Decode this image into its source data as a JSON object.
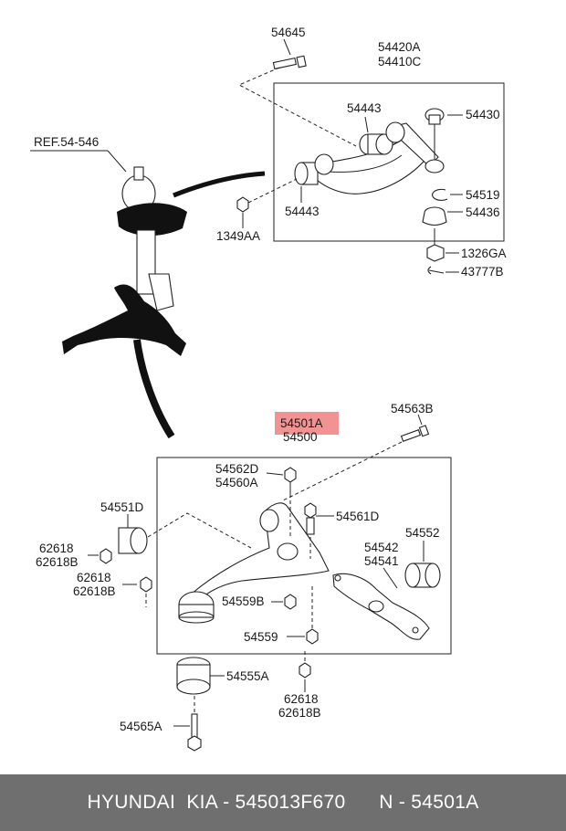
{
  "labels": {
    "p54645": "54645",
    "p54420A": "54420A",
    "p54410C": "54410C",
    "ref": "REF.54-546",
    "p54443_top": "54443",
    "p54430": "54430",
    "p54443_left": "54443",
    "p1349AA": "1349AA",
    "p54519": "54519",
    "p54436": "54436",
    "p1326GA": "1326GA",
    "p43777B": "43777B",
    "p54501A": "54501A",
    "p54500": "54500",
    "p54563B": "54563B",
    "p54562D": "54562D",
    "p54560A": "54560A",
    "p54551D": "54551D",
    "p54561D": "54561D",
    "p54552": "54552",
    "p62618_a": "62618",
    "p62618B_a": "62618B",
    "p54542": "54542",
    "p54541": "54541",
    "p62618_b": "62618",
    "p62618B_b": "62618B",
    "p54559B": "54559B",
    "p54559": "54559",
    "p54555A": "54555A",
    "p62618_c": "62618",
    "p62618B_c": "62618B",
    "p54565A": "54565A"
  },
  "highlight_color": "#f08080",
  "footer": {
    "brand": "HYUNDAI  KIA - 545013F670",
    "number": "N - 54501A"
  }
}
